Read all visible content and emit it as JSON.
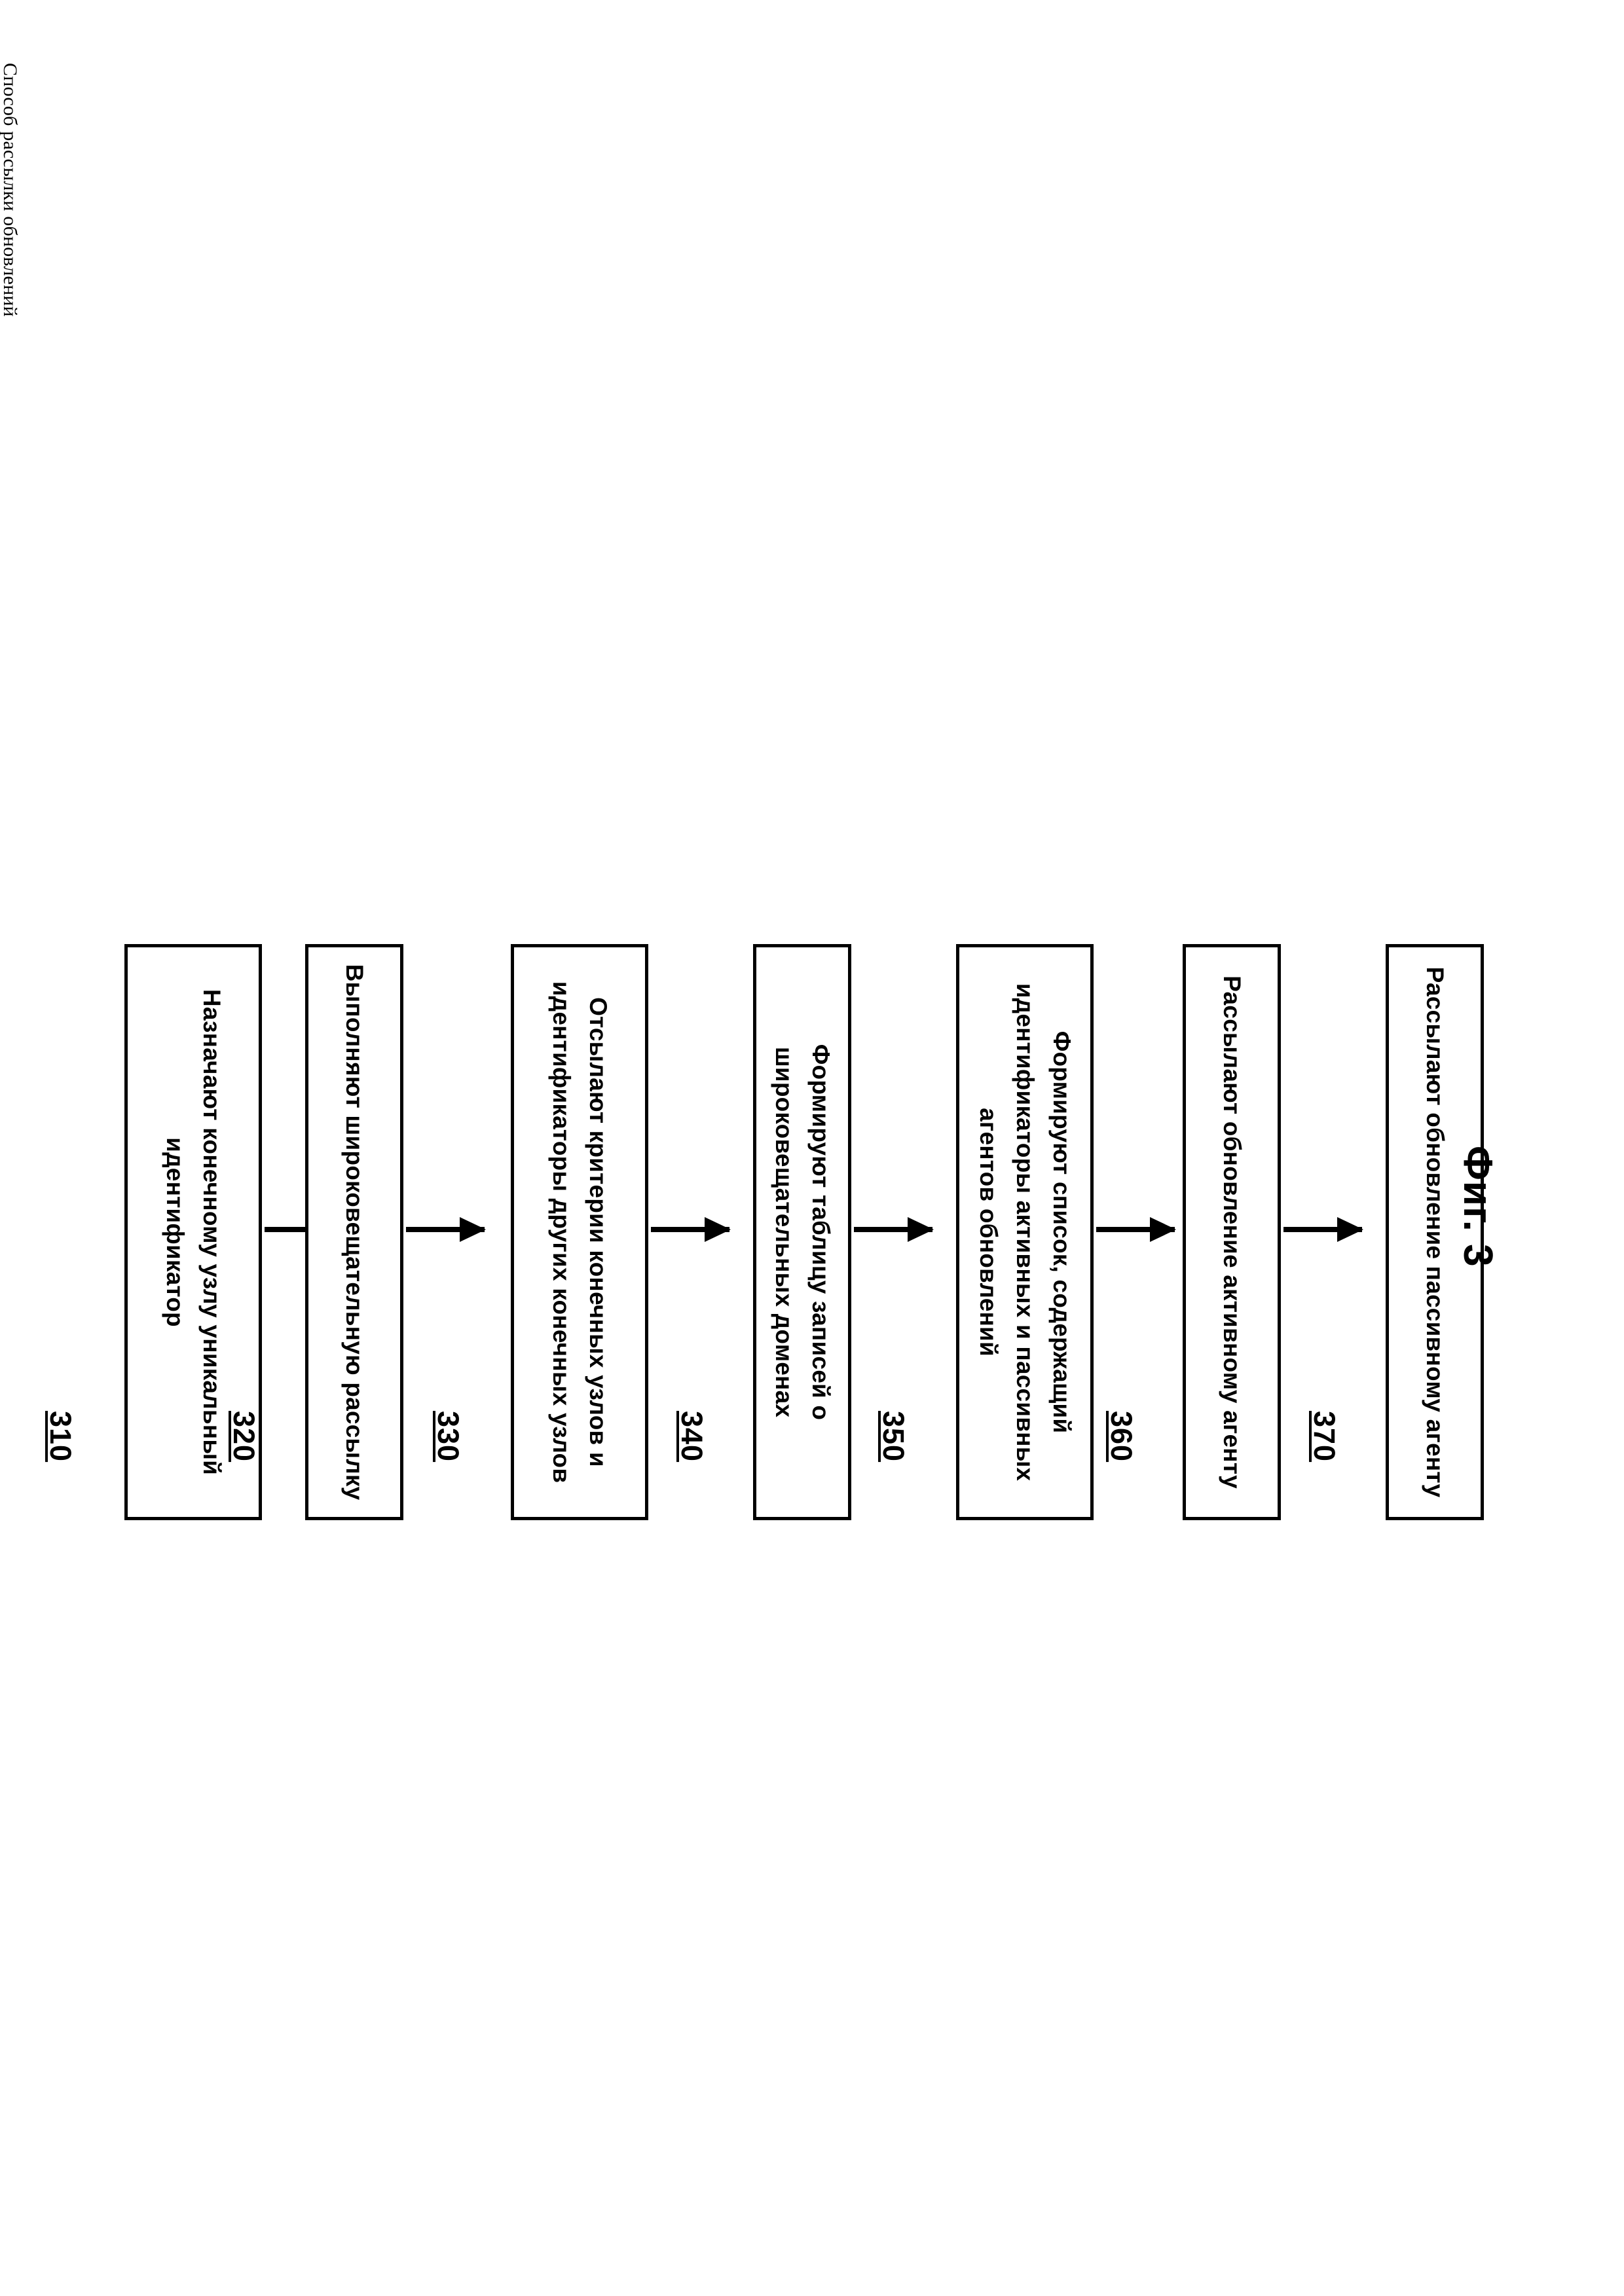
{
  "page": {
    "header": "Способ рассылки обновлений",
    "caption": "Фиг. 3"
  },
  "flowchart": {
    "type": "process-flow",
    "orientation": "left-to-right (page rotated 90°)",
    "arrow_glyph": "arrow-right",
    "steps": [
      {
        "ref": "310",
        "text": "Назначают конечному узлу уникальный идентификатор"
      },
      {
        "ref": "320",
        "text": "Выполняют широковещательную рассылку"
      },
      {
        "ref": "330",
        "text": "Отсылают критерии конечных узлов и идентификаторы других конечных узлов"
      },
      {
        "ref": "340",
        "text": "Формируют таблицу записей о широковещательных доменах"
      },
      {
        "ref": "350",
        "text": "Формируют список, содержащий идентификаторы активных и пассивных агентов обновлений"
      },
      {
        "ref": "360",
        "text": "Рассылают обновление активному агенту"
      },
      {
        "ref": "370",
        "text": "Рассылают обновление пассивному агенту"
      }
    ]
  }
}
